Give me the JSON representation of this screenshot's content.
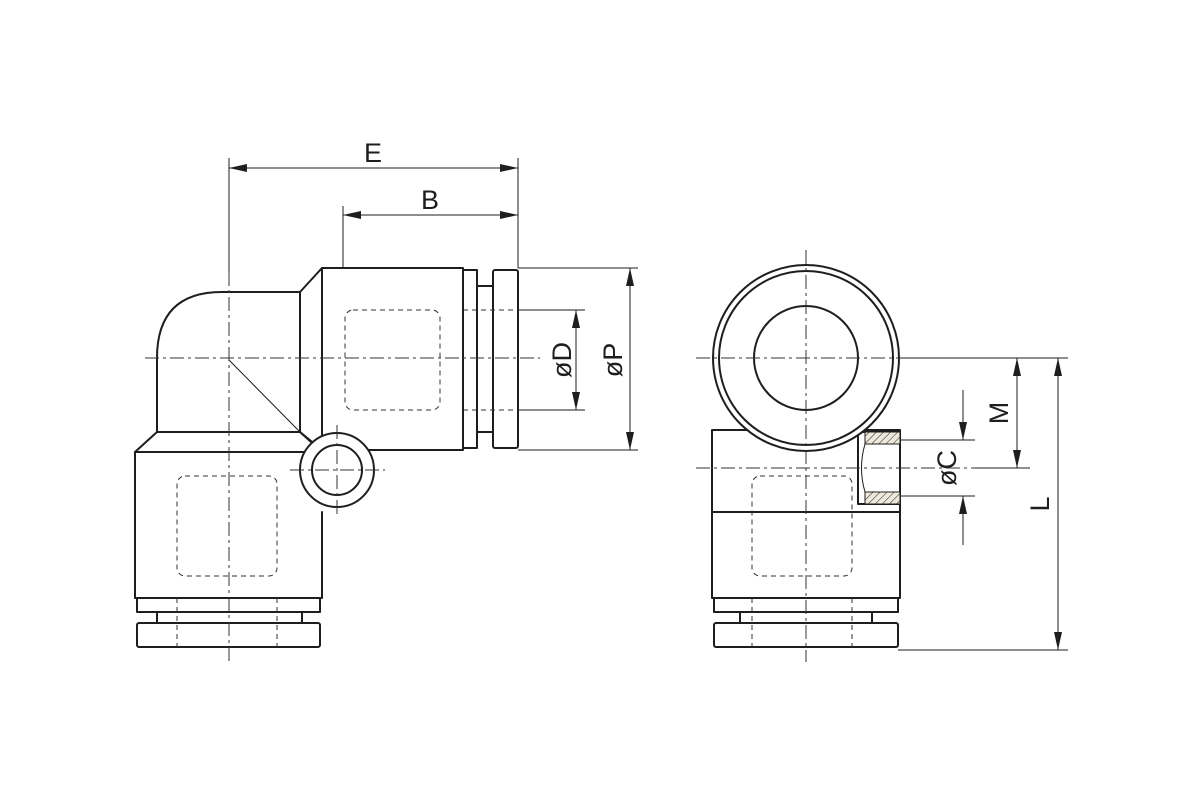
{
  "diagram": {
    "labels": {
      "E": "E",
      "B": "B",
      "D": "øD",
      "P": "øP",
      "M": "M",
      "C": "øC",
      "L": "L"
    },
    "stroke_color": "#1e1e1e",
    "hatch_color": "#d9d2c3",
    "background": "#ffffff"
  }
}
